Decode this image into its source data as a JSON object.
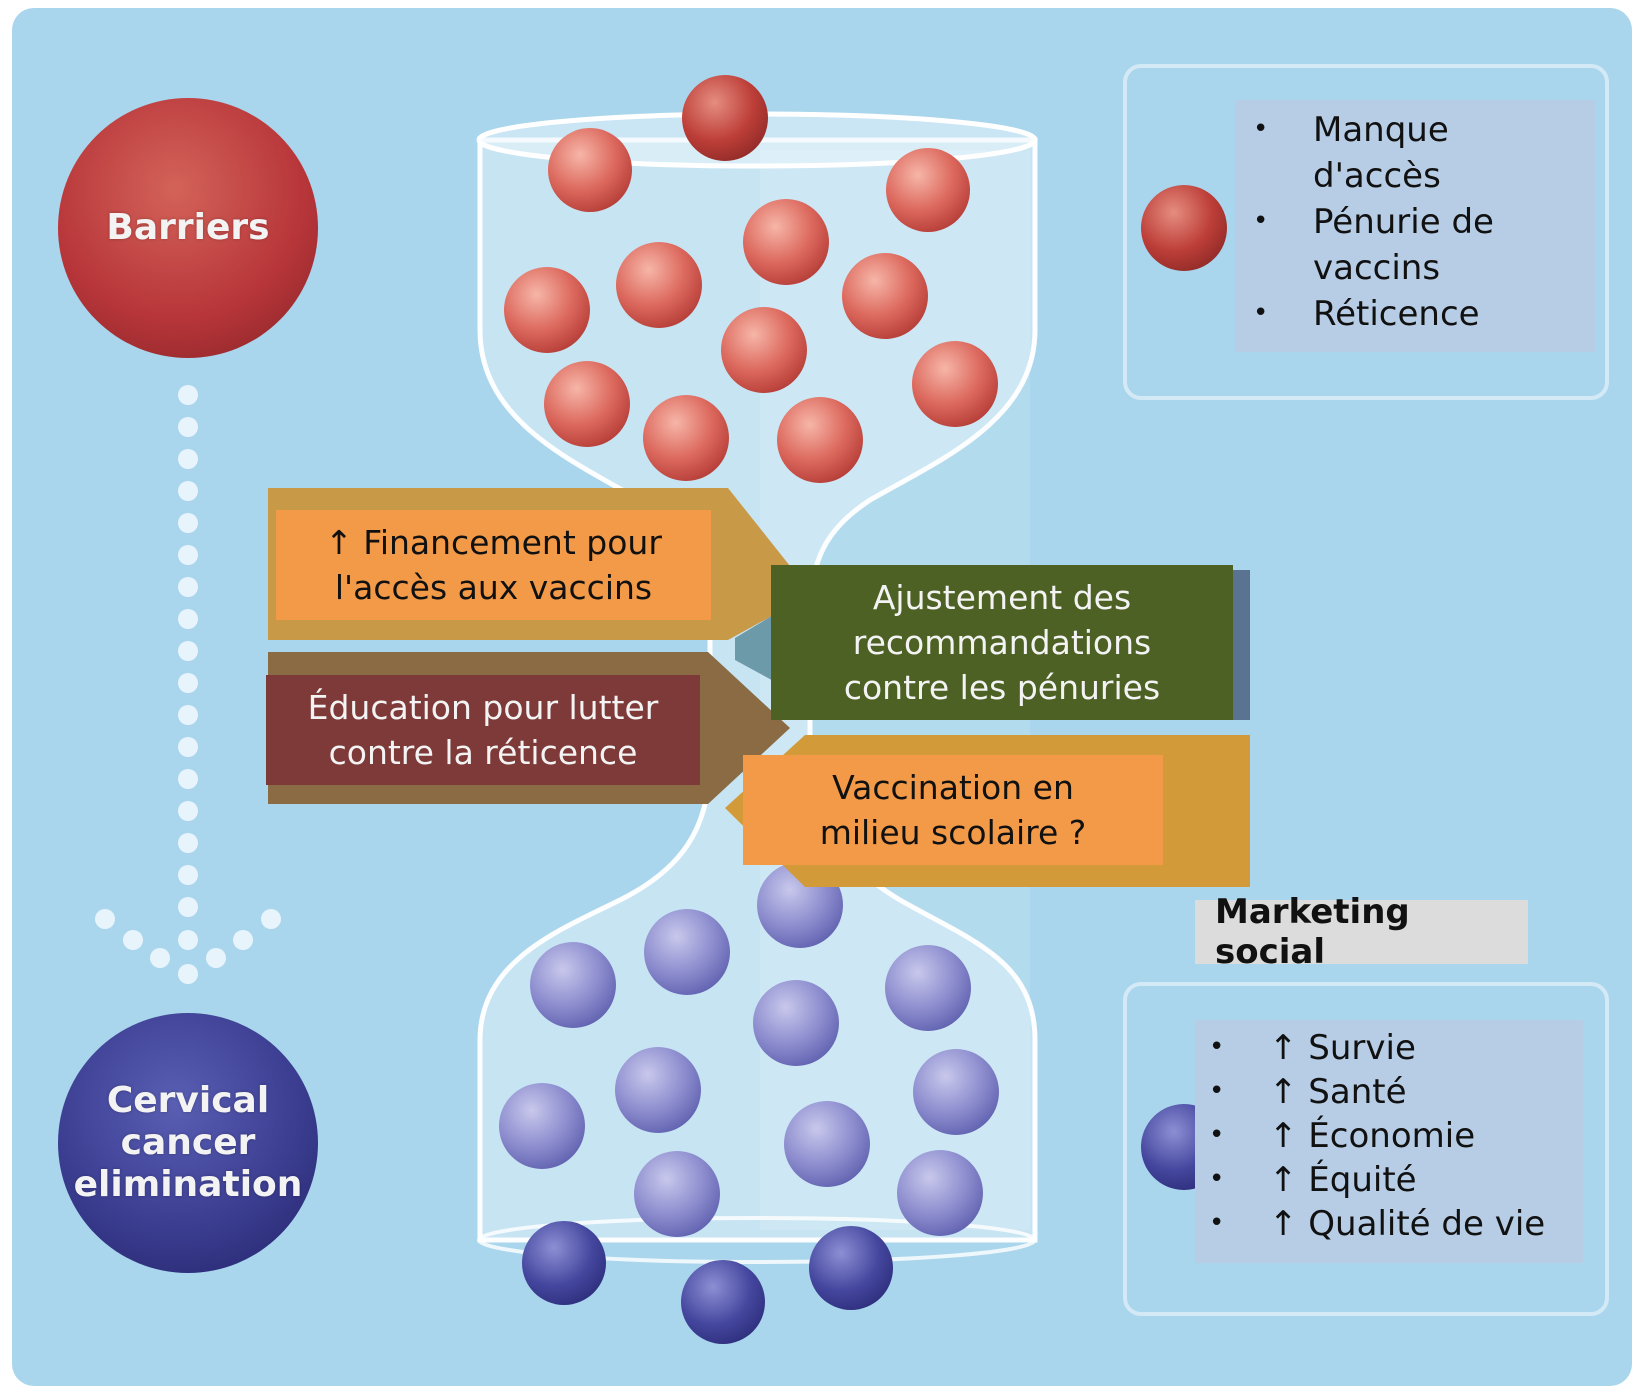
{
  "diagram": {
    "barriers_label": "Barriers",
    "elimination_label": "Cervical cancer elimination",
    "elimination_lines": [
      "Cervical",
      "cancer",
      "elimination"
    ],
    "colors": {
      "background": "#a9d6ec",
      "barrier_red": "#b8363a",
      "elimination_blue": "#3a3c8f",
      "orange": "#f39a48",
      "green": "#4c6123",
      "maroon": "#7d3a38"
    }
  },
  "boxes": {
    "financement_lines": [
      "↑  Financement pour",
      "l'accès aux vaccins"
    ],
    "ajustement_lines": [
      "Ajustement des",
      "recommandations",
      "contre les pénuries"
    ],
    "education_lines": [
      "Éducation pour lutter",
      "contre la réticence"
    ],
    "vaccination_lines": [
      "Vaccination en",
      "milieu scolaire ?"
    ]
  },
  "barriers_list": {
    "items": [
      "Manque d'accès",
      "Pénurie de vaccins",
      "Réticence"
    ],
    "lines": [
      "Manque",
      "d'accès",
      "Pénurie de",
      "vaccins",
      "Réticence"
    ]
  },
  "marketing_label": "Marketing social",
  "outcomes_list": {
    "items": [
      "↑ Survie",
      "↑  Santé",
      "↑  Économie",
      "↑  Équité",
      "↑  Qualité de vie"
    ]
  }
}
